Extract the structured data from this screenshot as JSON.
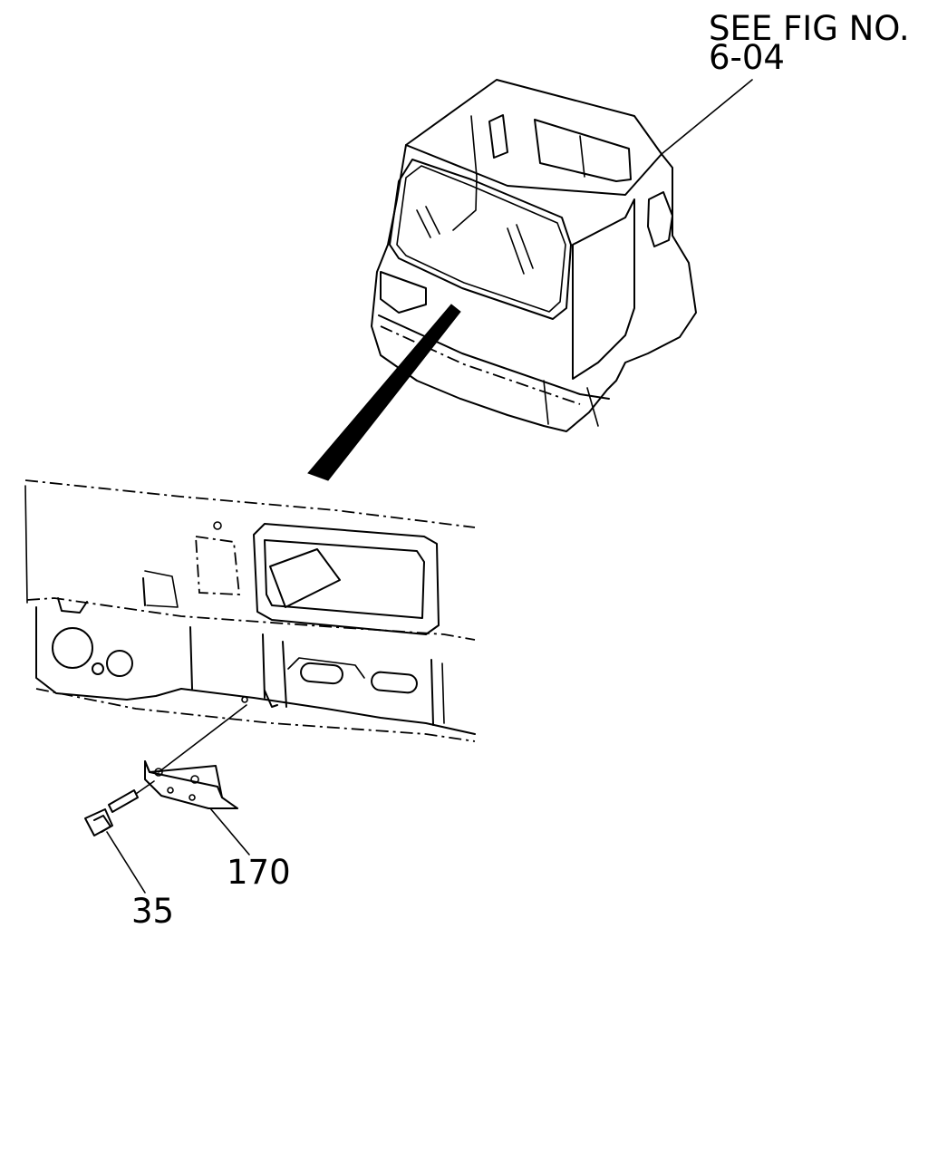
{
  "reference": {
    "line1": "SEE FIG NO.",
    "line2": "6-04"
  },
  "callouts": [
    {
      "id": "170",
      "label": "170"
    },
    {
      "id": "35",
      "label": "35"
    }
  ]
}
